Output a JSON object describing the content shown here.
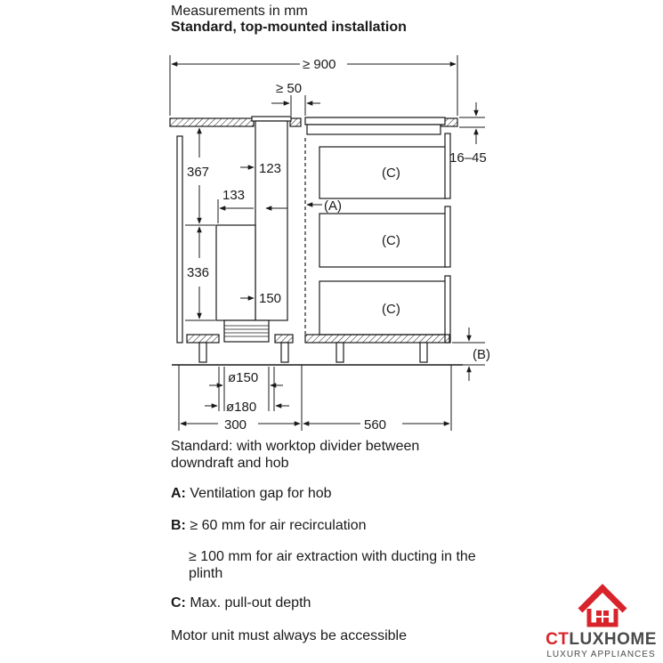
{
  "header": {
    "line1": "Measurements in mm",
    "line2": "Standard, top-mounted installation"
  },
  "dimensions": {
    "total_width": "≥ 900",
    "gap_top": "≥ 50",
    "worktop_thickness": "16–45",
    "upper_height": "367",
    "unit_width": "133",
    "motor_height": "336",
    "duct_top": "123",
    "duct_bottom": "150",
    "dia_inner": "ø150",
    "dia_outer": "ø180",
    "cabinet_left": "300",
    "cabinet_right": "560"
  },
  "labels": {
    "gap_a": "(A)",
    "plinth_b": "(B)",
    "drawer_c_1": "(C)",
    "drawer_c_2": "(C)",
    "drawer_c_3": "(C)"
  },
  "legend": {
    "standard": "Standard: with worktop divider between downdraft and hob",
    "a_key": "A:",
    "a_text": "Ventilation gap for hob",
    "b_key": "B:",
    "b_text": "≥ 60 mm for air recirculation",
    "b_text2": "≥ 100 mm for air extraction with ducting in the plinth",
    "c_key": "C:",
    "c_text": "Max. pull-out depth",
    "note": "Motor unit must always be accessible"
  },
  "logo": {
    "brand_ct": "CT",
    "brand_lux": "LUXHOME",
    "tagline": "LUXURY APPLIANCES",
    "color_red": "#d8232a",
    "color_dark": "#4a4a4a"
  }
}
